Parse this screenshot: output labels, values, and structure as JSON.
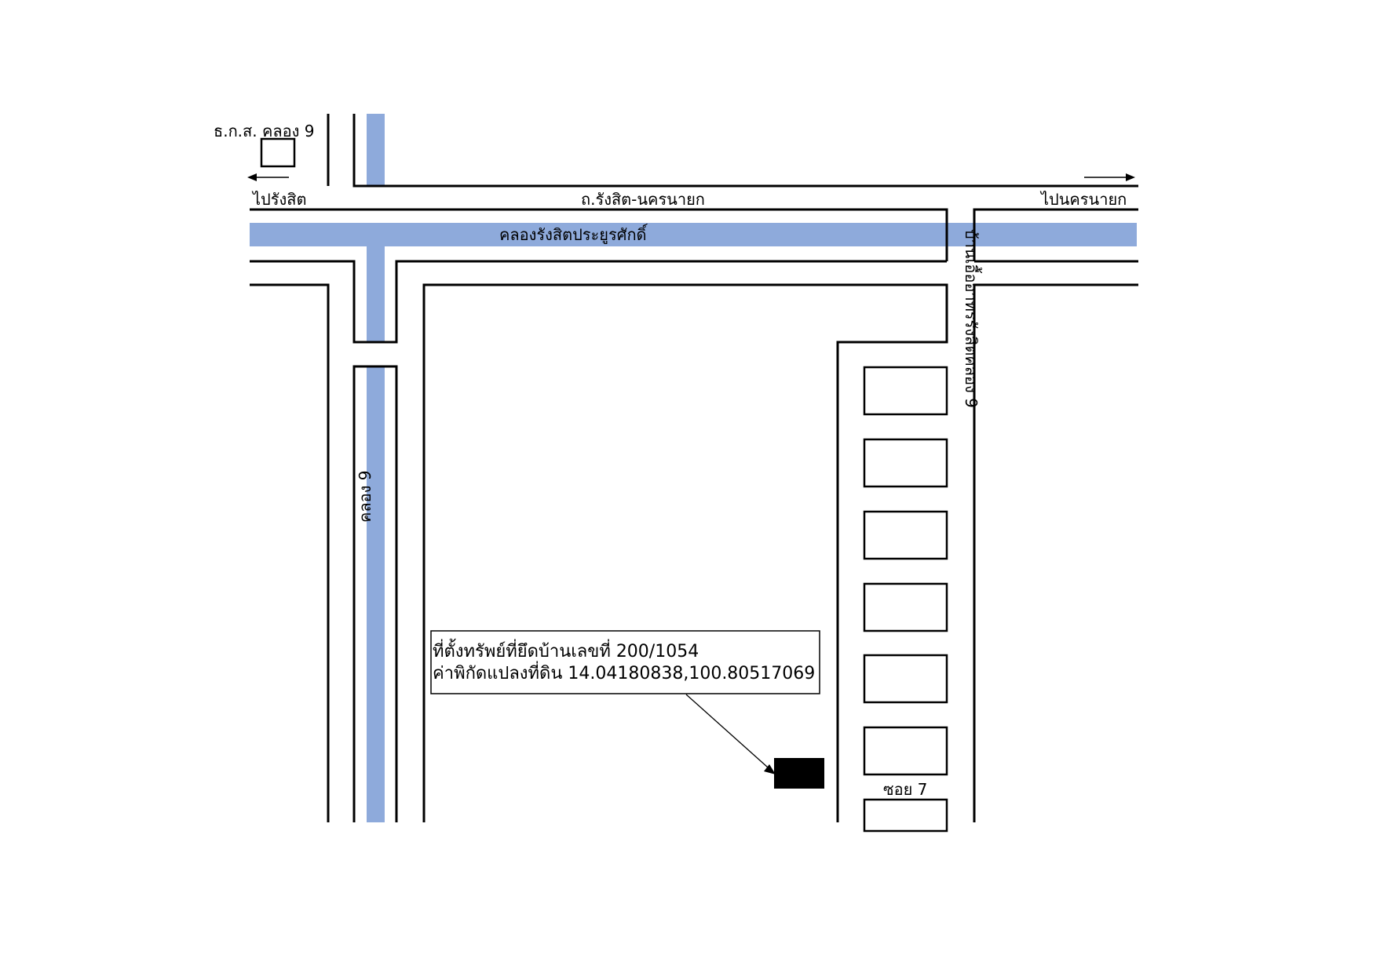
{
  "map": {
    "main_road": "ถ.รังสิต-นครนายก",
    "canal_main": "คลองรังสิตประยูรศักดิ์",
    "canal_side": "คลอง 9",
    "to_left": "ไปรังสิต",
    "to_right": "ไปนครนายก",
    "bank": "ธ.ก.ส. คลอง 9",
    "village": "บ้านเอื้ออาทรรังสิตคลอง 9",
    "soi": "ซอย 7",
    "callout_line1": "ที่ตั้งทรัพย์ที่ยึดบ้านเลขที่ 200/1054",
    "callout_line2": "ค่าพิกัดแปลงที่ดิน 14.04180838,100.80517069"
  },
  "colors": {
    "canal": "#8eaadb",
    "line": "#000000",
    "target": "#000000"
  }
}
